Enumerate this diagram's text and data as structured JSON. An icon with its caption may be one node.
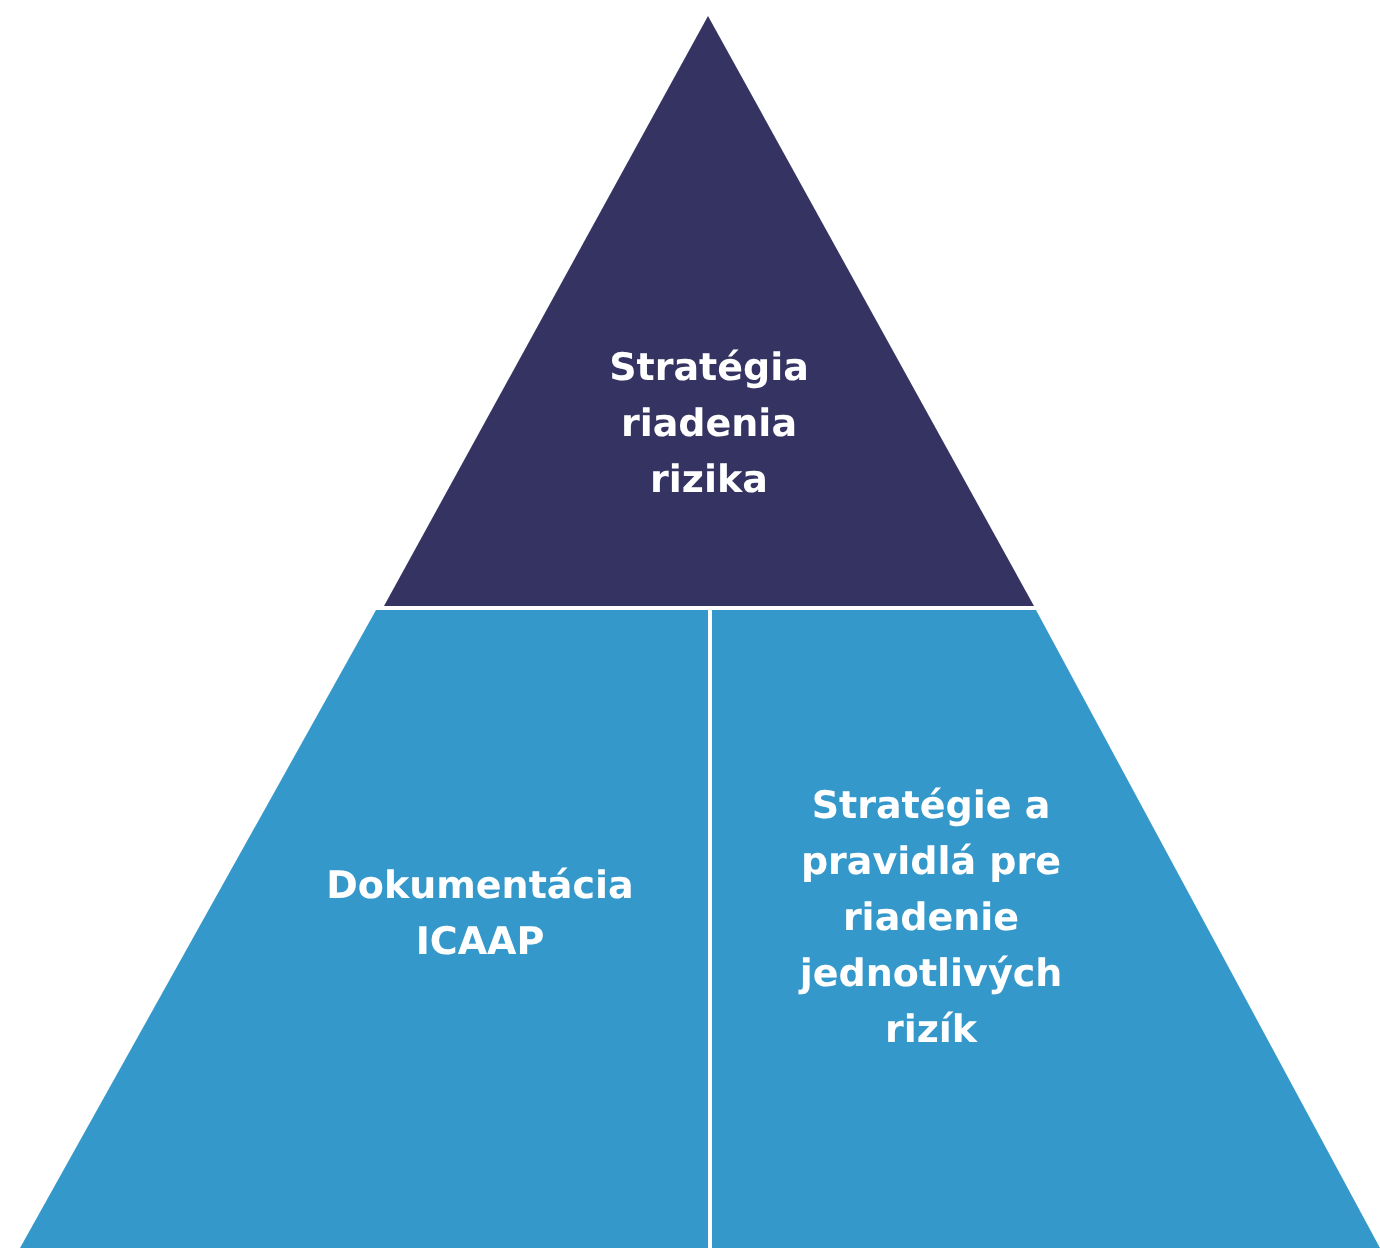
{
  "diagram": {
    "nodes": [
      {
        "text": [
          "Stratégia riadenia rizika"
        ]
      },
      {
        "text": [
          "Dokumentácia ICAAP"
        ]
      },
      {
        "text": [
          "Stratégie a pravidlá pre riadenie jednotlivých rizík"
        ]
      }
    ]
  }
}
